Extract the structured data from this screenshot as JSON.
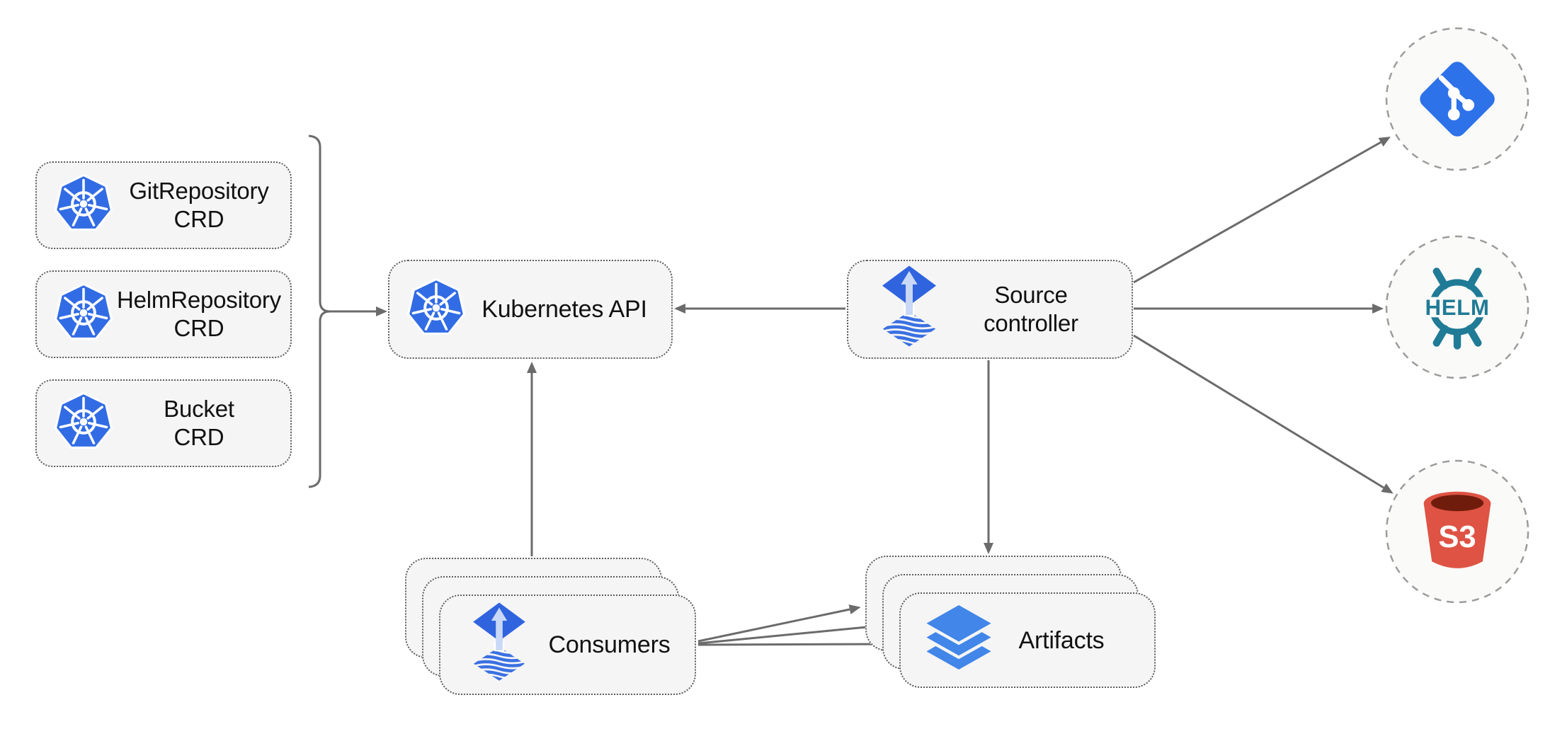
{
  "nodes": {
    "crd_list": [
      {
        "id": "gitrepository-crd",
        "line1": "GitRepository",
        "line2": "CRD",
        "icon": "kubernetes-icon"
      },
      {
        "id": "helmrepository-crd",
        "line1": "HelmRepository",
        "line2": "CRD",
        "icon": "kubernetes-icon"
      },
      {
        "id": "bucket-crd",
        "line1": "Bucket",
        "line2": "CRD",
        "icon": "kubernetes-icon"
      }
    ],
    "kubernetes_api": {
      "label": "Kubernetes API",
      "icon": "kubernetes-icon"
    },
    "source_controller": {
      "line1": "Source",
      "line2": "controller",
      "icon": "flux-icon"
    },
    "consumers": {
      "label": "Consumers",
      "icon": "flux-icon",
      "stacked": 3
    },
    "artifacts": {
      "label": "Artifacts",
      "icon": "layers-icon",
      "stacked": 3
    }
  },
  "external_sources": [
    {
      "id": "git",
      "icon": "git-icon"
    },
    {
      "id": "helm",
      "icon": "helm-icon",
      "text": "HELM"
    },
    {
      "id": "s3",
      "icon": "s3-bucket-icon",
      "text": "S3"
    }
  ],
  "edges": [
    {
      "from": "crd-brace",
      "to": "kubernetes_api"
    },
    {
      "from": "source_controller",
      "to": "kubernetes_api"
    },
    {
      "from": "consumers",
      "to": "kubernetes_api"
    },
    {
      "from": "source_controller",
      "to": "artifacts"
    },
    {
      "from": "source_controller",
      "to": "git"
    },
    {
      "from": "source_controller",
      "to": "helm"
    },
    {
      "from": "source_controller",
      "to": "s3"
    },
    {
      "from": "consumers",
      "to": "artifacts",
      "count": 3
    }
  ],
  "colors": {
    "k8s-blue": "#326CE5",
    "flux-blue": "#3064DE",
    "flux-arrow": "#C9D8F6",
    "flux-stripe": "#3A70E2",
    "layers-blue": "#4186E8",
    "git-blue": "#2D72E8",
    "helm-teal": "#1F7B96",
    "s3-red": "#DE5343",
    "s3-dark": "#701C0C",
    "wire-gray": "#6B6B6B",
    "node-fill": "#F5F5F5",
    "circle-fill": "#FAFAF8",
    "border-gray": "#5E5E5E",
    "circle-border": "#9C9C9C",
    "label-color": "#111111"
  }
}
